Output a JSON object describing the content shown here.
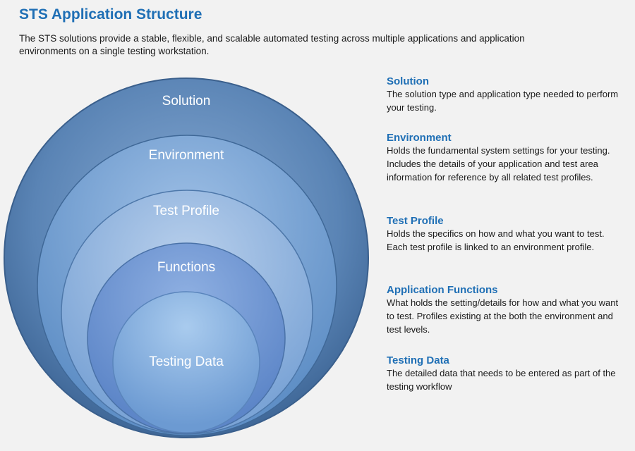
{
  "page": {
    "title": "STS Application Structure",
    "intro": "The STS solutions provide a stable, flexible, and scalable automated testing across multiple applications and application environments on a single testing workstation."
  },
  "rings": [
    {
      "label": "Solution"
    },
    {
      "label": "Environment"
    },
    {
      "label": "Test Profile"
    },
    {
      "label": "Functions"
    },
    {
      "label": "Testing Data"
    }
  ],
  "descriptions": [
    {
      "title": "Solution",
      "text": "The solution type and application type needed to perform your testing."
    },
    {
      "title": "Environment",
      "text": "Holds the fundamental system settings for your testing.  Includes the details of your application and test area information for reference by all related test profiles."
    },
    {
      "title": "Test Profile",
      "text": "Holds the specifics on how and what you want to test. Each test profile is linked to an environment profile."
    },
    {
      "title": "Application Functions",
      "text": "What holds the setting/details for how and what you want to test. Profiles existing at the both the environment and test levels."
    },
    {
      "title": "Testing Data",
      "text": "The detailed data that needs to be entered as part of the testing workflow"
    }
  ],
  "colors": {
    "title": "#1f6fb5",
    "ring_outer": "#4d78a8",
    "ring_inner": "#7fa9d8"
  }
}
